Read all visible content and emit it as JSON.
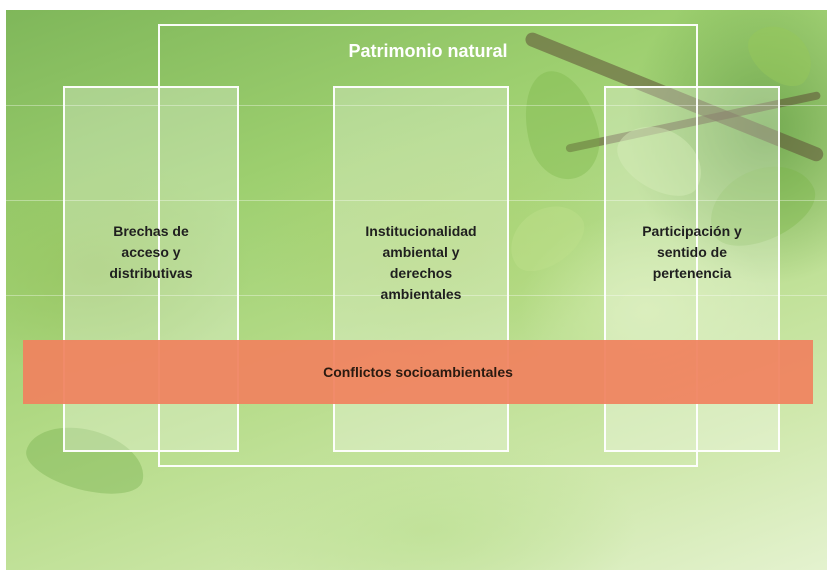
{
  "diagram": {
    "outer_title": "Patrimonio natural",
    "pillars": [
      {
        "label_lines": [
          "Brechas de",
          "acceso y",
          "distributivas"
        ]
      },
      {
        "label_lines": [
          "Institucionalidad",
          "ambiental y",
          "derechos",
          "ambientales"
        ]
      },
      {
        "label_lines": [
          "Participación y",
          "sentido de",
          "pertenencia"
        ]
      }
    ],
    "band_label": "Conflictos socioambientales"
  },
  "colors": {
    "band": "#f0825f",
    "frame": "#ffffff",
    "background": "#9dcf6f"
  }
}
